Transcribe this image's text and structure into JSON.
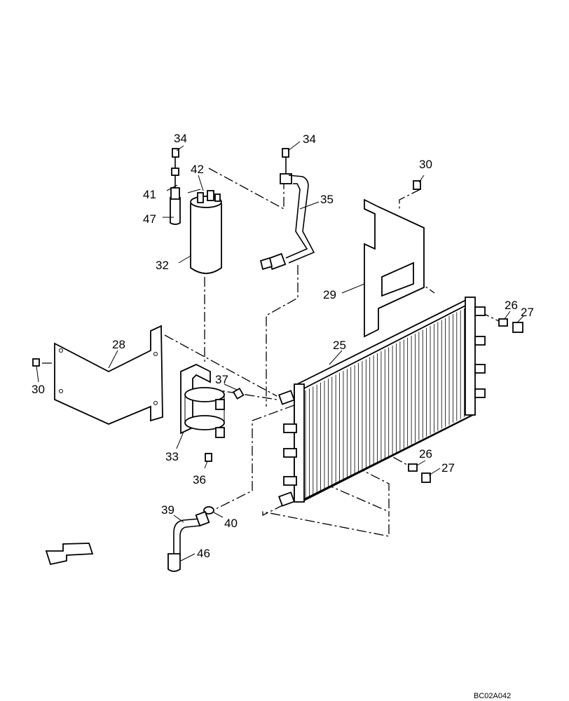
{
  "drawing": {
    "code": "BC02A042",
    "callouts": [
      "34",
      "34",
      "42",
      "41",
      "47",
      "32",
      "35",
      "30",
      "29",
      "26",
      "27",
      "25",
      "28",
      "30",
      "37",
      "33",
      "36",
      "26",
      "27",
      "39",
      "40",
      "46"
    ]
  }
}
